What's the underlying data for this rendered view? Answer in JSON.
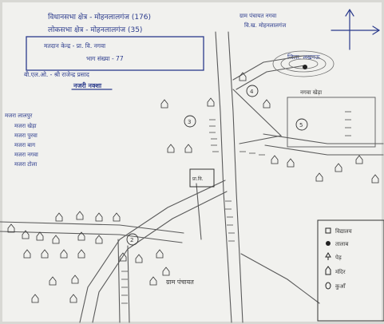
{
  "header": {
    "line1": "विधानसभा क्षेत्र - मोहनलालगंज (176)",
    "line2": "लोकसभा क्षेत्र - मोहनलालगंज (35)",
    "village_top_right_1": "ग्राम पंचायत नगवा",
    "village_top_right_2": "वि.ख. मोहनलालगंज"
  },
  "info_box": {
    "line1": "मतदान केन्द्र - प्रा. वि. नगवा",
    "line2": "भाग संख्या - 77",
    "blo": "बी.एल.ओ. - श्री राजेन्द्र प्रसाद"
  },
  "caption": "नजरी नक्शा",
  "district_label": "जिला: लखनऊ",
  "hamlets": [
    "मजरा लालपुर",
    "मजरा खेड़ा",
    "मजरा पुरवा",
    "मजरा बाग",
    "मजरा नगवा",
    "मजरा टोला"
  ],
  "places": {
    "right_hamlet": "नगवा खेड़ा",
    "gram_panchayat": "ग्राम पंचायत",
    "school": "प्रा.वि."
  },
  "legend": {
    "items": [
      {
        "symbol": "square-icon",
        "label": "विद्यालय"
      },
      {
        "symbol": "dot-icon",
        "label": "तालाब"
      },
      {
        "symbol": "tree-icon",
        "label": "पेड़"
      },
      {
        "symbol": "temple-icon",
        "label": "मंदिर"
      },
      {
        "symbol": "well-icon",
        "label": "कुआँ"
      }
    ]
  },
  "colors": {
    "paper": "#f1f1ee",
    "ink": "#2a3a8c",
    "pencil": "#5a5a5a"
  }
}
